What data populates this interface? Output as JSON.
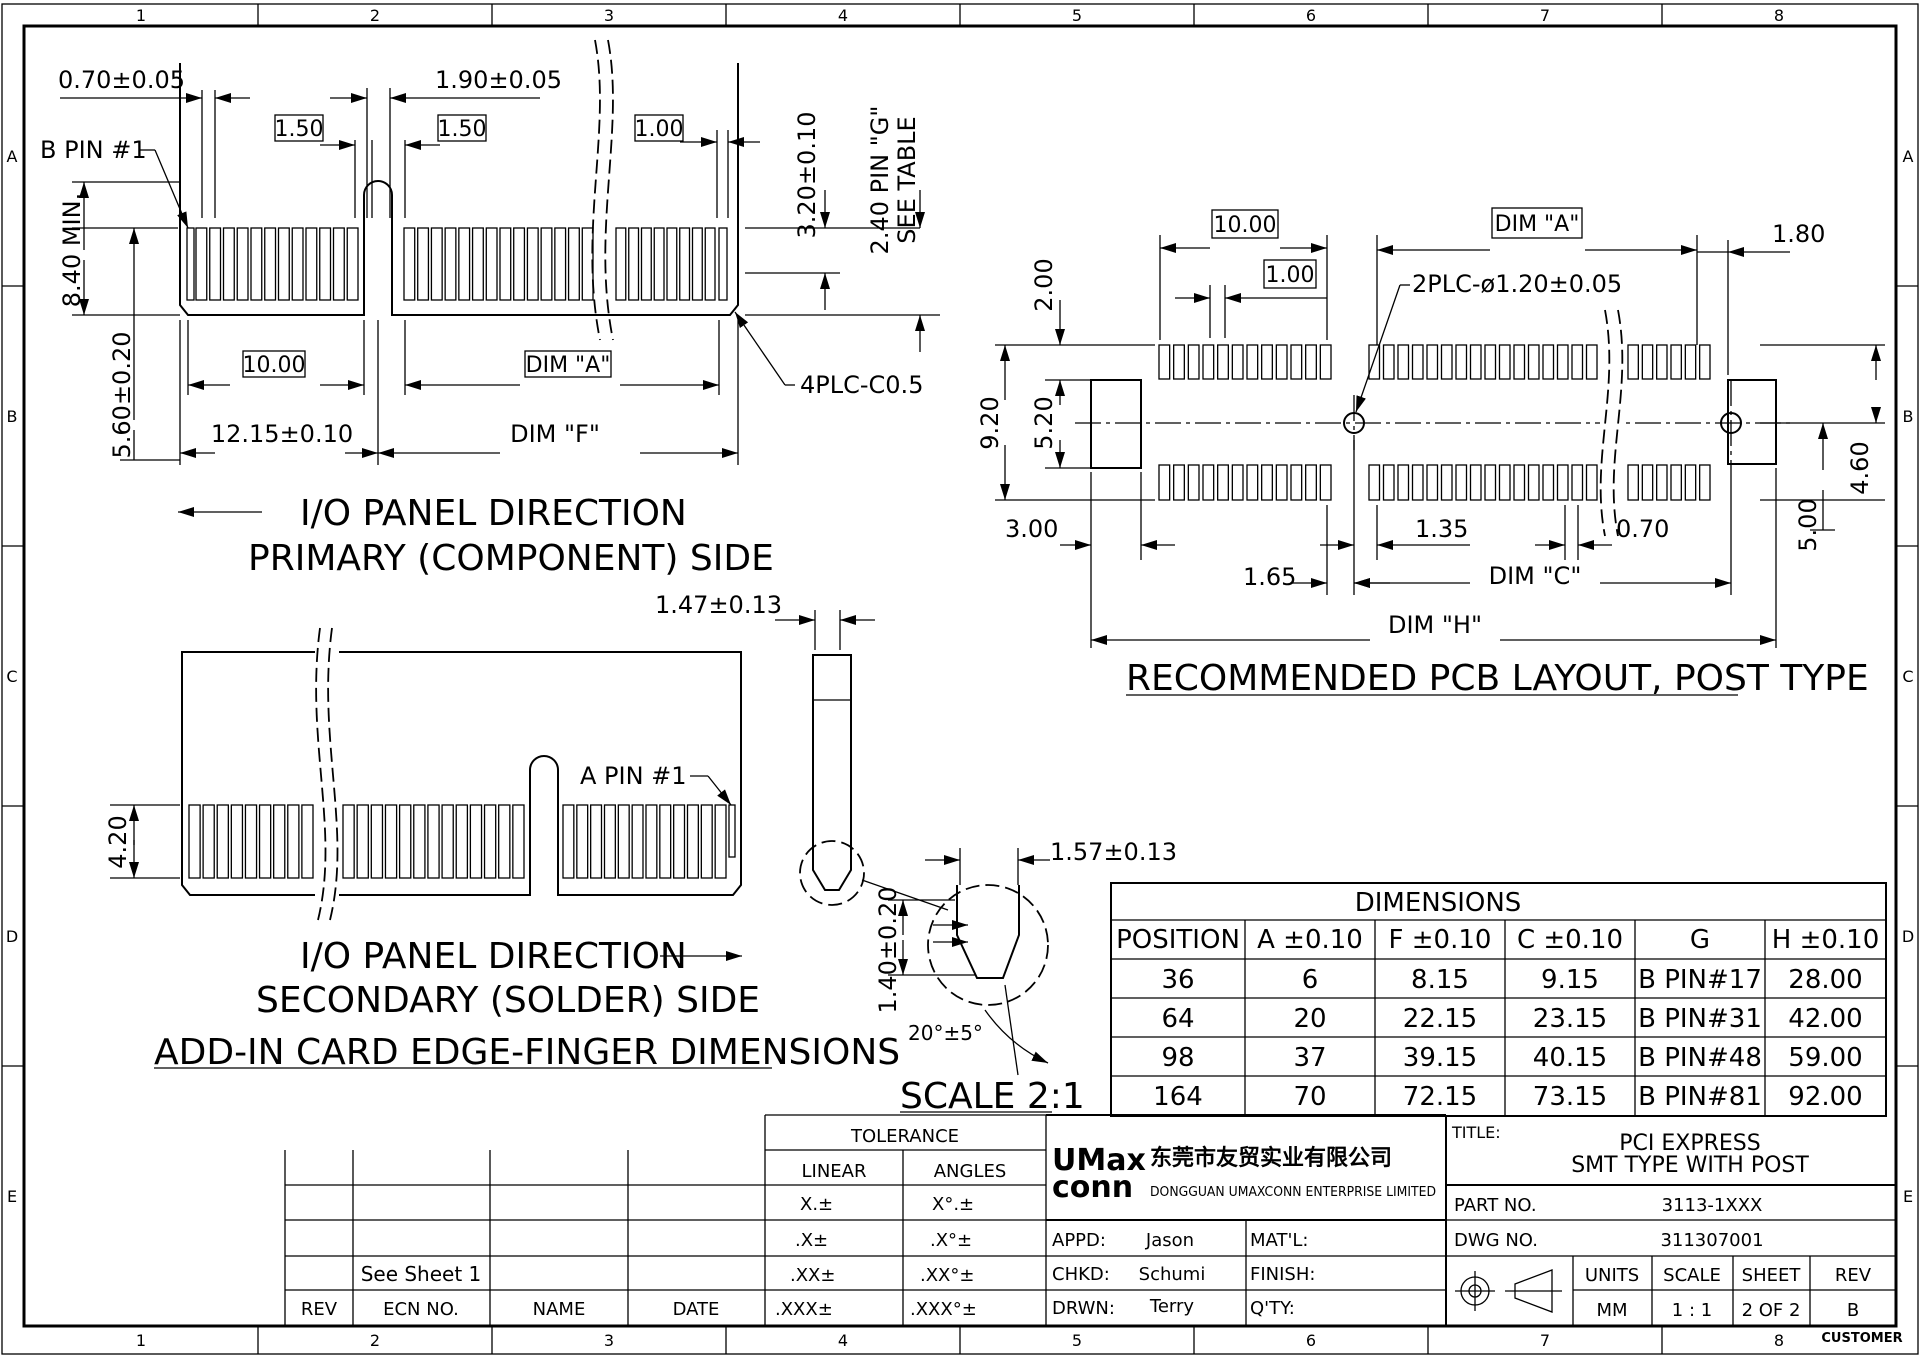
{
  "border": {
    "columns": [
      "1",
      "2",
      "3",
      "4",
      "5",
      "6",
      "7",
      "8"
    ],
    "rows": [
      "A",
      "B",
      "C",
      "D",
      "E"
    ],
    "customer": "CUSTOMER"
  },
  "views": {
    "primary": {
      "title1": "I/O PANEL DIRECTION",
      "title2": "PRIMARY (COMPONENT) SIDE",
      "pin_label": "B PIN #1",
      "dims": {
        "d070": "0.70±0.05",
        "d190": "1.90±0.05",
        "b150a": "1.50",
        "b150b": "1.50",
        "b100": "1.00",
        "d320": "3.20±0.10",
        "d240": "2.40 PIN \"G\"",
        "see_table": "SEE TABLE",
        "d840": "8.40 MIN.",
        "d560": "5.60±0.20",
        "b1000": "10.00",
        "bdima": "DIM \"A\"",
        "d1215": "12.15±0.10",
        "dimf": "DIM \"F\"",
        "chamfer": "4PLC-C0.5"
      }
    },
    "secondary": {
      "title1": "I/O PANEL DIRECTION",
      "title2": "SECONDARY (SOLDER) SIDE",
      "title3": "ADD-IN CARD EDGE-FINGER DIMENSIONS",
      "pin_label": "A PIN #1",
      "d420": "4.20"
    },
    "detail": {
      "d147": "1.47±0.13",
      "d157": "1.57±0.13",
      "d140": "1.40±0.20",
      "angle": "20°±5°",
      "scale": "SCALE 2:1"
    },
    "pcb": {
      "title": "RECOMMENDED PCB LAYOUT, POST TYPE",
      "dims": {
        "b1000": "10.00",
        "b100": "1.00",
        "bdima": "DIM \"A\"",
        "d180": "1.80",
        "hole": "2PLC-ø1.20±0.05",
        "d200": "2.00",
        "d920": "9.20",
        "d520": "5.20",
        "d460": "4.60",
        "d500": "5.00",
        "d300": "3.00",
        "d135": "1.35",
        "d070": "0.70",
        "d165": "1.65",
        "dimc": "DIM \"C\"",
        "dimh": "DIM \"H\""
      }
    }
  },
  "dim_table": {
    "title": "DIMENSIONS",
    "headers": [
      "POSITION",
      "A ±0.10",
      "F ±0.10",
      "C ±0.10",
      "G",
      "H ±0.10"
    ],
    "rows": [
      [
        "36",
        "6",
        "8.15",
        "9.15",
        "B PIN#17",
        "28.00"
      ],
      [
        "64",
        "20",
        "22.15",
        "23.15",
        "B PIN#31",
        "42.00"
      ],
      [
        "98",
        "37",
        "39.15",
        "40.15",
        "B PIN#48",
        "59.00"
      ],
      [
        "164",
        "70",
        "72.15",
        "73.15",
        "B PIN#81",
        "92.00"
      ]
    ]
  },
  "revision_block": {
    "headers": [
      "REV",
      "ECN NO.",
      "NAME",
      "DATE"
    ],
    "see_sheet": "See Sheet 1"
  },
  "tolerance": {
    "title": "TOLERANCE",
    "col_linear": "LINEAR",
    "col_angles": "ANGLES",
    "linear": [
      "X.±",
      ".X±",
      ".XX±",
      ".XXX±"
    ],
    "angles": [
      "X°.±",
      ".X°±",
      ".XX°±",
      ".XXX°±"
    ]
  },
  "company": {
    "logo_top": "UMax",
    "logo_bottom": "conn",
    "name_cn": "东莞市友贸实业有限公司",
    "name_en": "DONGGUAN UMAXCONN ENTERPRISE LIMITED"
  },
  "approvals": [
    {
      "label": "APPD:",
      "value": "Jason",
      "field": "MAT'L:"
    },
    {
      "label": "CHKD:",
      "value": "Schumi",
      "field": "FINISH:"
    },
    {
      "label": "DRWN:",
      "value": "Terry",
      "field": "Q'TY:"
    }
  ],
  "title_block": {
    "title_label": "TITLE:",
    "title_line1": "PCI EXPRESS",
    "title_line2": "SMT TYPE WITH POST",
    "part_label": "PART NO.",
    "part_value": "3113-1XXX",
    "dwg_label": "DWG NO.",
    "dwg_value": "311307001",
    "units_label": "UNITS",
    "units_value": "MM",
    "scale_label": "SCALE",
    "scale_value": "1 : 1",
    "sheet_label": "SHEET",
    "sheet_value": "2 OF 2",
    "rev_label": "REV",
    "rev_value": "B"
  }
}
